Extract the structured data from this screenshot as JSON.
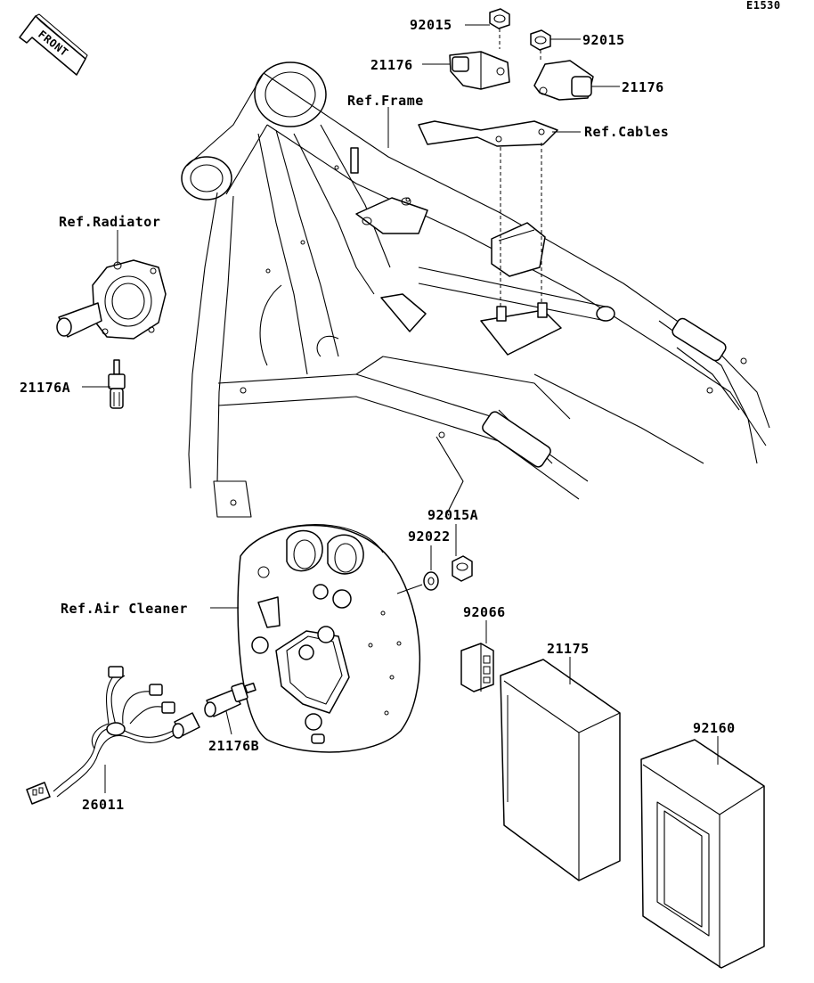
{
  "diagram_code": "E1530",
  "front_label": "FRONT",
  "labels": {
    "p92015_left": "92015",
    "p92015_right": "92015",
    "p21176_left": "21176",
    "p21176_right": "21176",
    "ref_frame": "Ref.Frame",
    "ref_cables": "Ref.Cables",
    "ref_radiator": "Ref.Radiator",
    "p21176A": "21176A",
    "p92015A": "92015A",
    "p92022": "92022",
    "ref_air_cleaner": "Ref.Air Cleaner",
    "p92066": "92066",
    "p21175": "21175",
    "p92160": "92160",
    "p21176B": "21176B",
    "p26011": "26011"
  }
}
